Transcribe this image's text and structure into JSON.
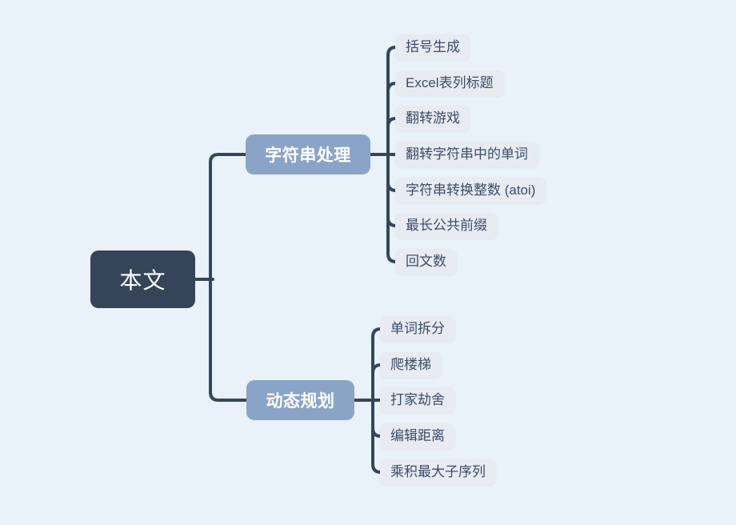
{
  "app": {
    "type": "mindmap",
    "background_color": "#e9f1f9",
    "connector_color": "#36455c"
  },
  "root": {
    "label": "本文",
    "fill": "#364459",
    "text_color": "#ffffff"
  },
  "branches": [
    {
      "label": "字符串处理",
      "fill": "#8aa4c8",
      "text_color": "#ffffff",
      "children": [
        "括号生成",
        "Excel表列标题",
        "翻转游戏",
        "翻转字符串中的单词",
        "字符串转换整数 (atoi)",
        "最长公共前缀",
        "回文数"
      ]
    },
    {
      "label": "动态规划",
      "fill": "#8aa4c8",
      "text_color": "#ffffff",
      "children": [
        "单词拆分",
        "爬楼梯",
        "打家劫舍",
        "编辑距离",
        "乘积最大子序列"
      ]
    }
  ],
  "leaf_style": {
    "fill": "#e7ebf2",
    "text_color": "#3d4d66"
  }
}
